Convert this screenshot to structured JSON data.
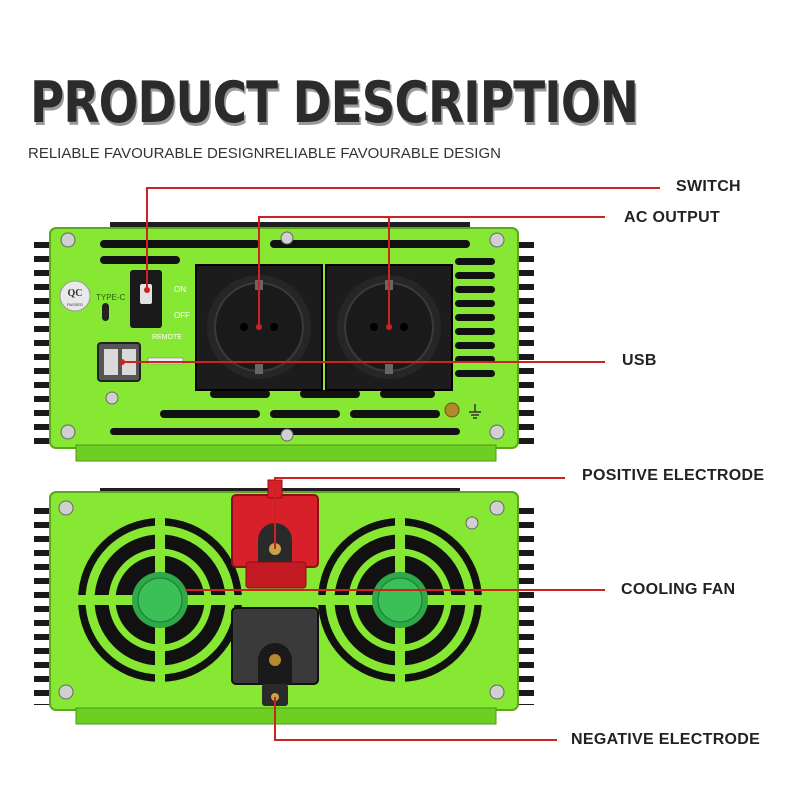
{
  "heading": {
    "title": "PRODUCT DESCRIPTION",
    "subtitle": "RELIABLE FAVOURABLE DESIGNRELIABLE FAVOURABLE DESIGN"
  },
  "callouts": {
    "switch": "SWITCH",
    "ac_output": "AC OUTPUT",
    "usb": "USB",
    "positive_electrode": "POSITIVE ELECTRODE",
    "cooling_fan": "COOLING FAN",
    "negative_electrode": "NEGATIVE ELECTRODE"
  },
  "panel_text": {
    "qc_badge": "QC",
    "qc_sub": "PASSED",
    "typec": "TYPE-C",
    "on": "ON",
    "off": "OFF",
    "remote": "REMOTE"
  },
  "colors": {
    "device_green": "#86e832",
    "callout_line": "#cc2222",
    "positive_terminal": "#d8202a",
    "negative_terminal": "#3a3a3a"
  }
}
